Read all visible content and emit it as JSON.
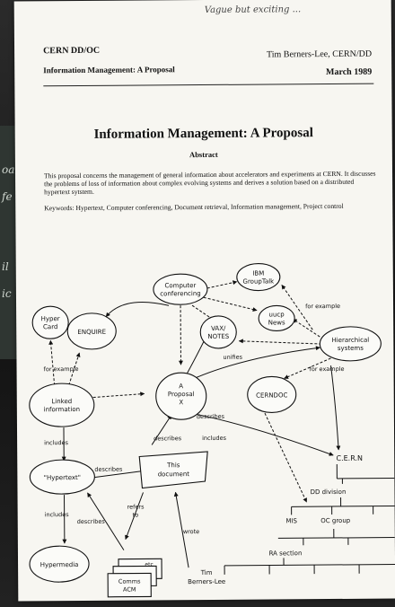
{
  "handwritten_note": "Vague but exciting ...",
  "header": {
    "left_code": "CERN DD/OC",
    "left_subtitle": "Information Management: A Proposal",
    "author": "Tim Berners-Lee, CERN/DD",
    "date": "March 1989"
  },
  "title": "Information Management: A Proposal",
  "abstract_heading": "Abstract",
  "abstract_text": "This proposal concerns the management of general information about accelerators and experiments at CERN. It discusses the problems of loss of information about complex evolving systems and derives a solution based on a distributed hypertext sytstem.",
  "keywords": "Keywords: Hypertext, Computer conferencing, Document retrieval, Information management, Project control",
  "background_board": [
    "oa",
    "fe",
    "il",
    "ic"
  ],
  "diagram": {
    "nodes": {
      "computer_conferencing": [
        "Computer",
        "conferencing"
      ],
      "ibm_grouptalk": [
        "IBM",
        "GroupTalk"
      ],
      "hyper_card": [
        "Hyper",
        "Card"
      ],
      "enquire": "ENQUIRE",
      "vax_notes": [
        "VAX/",
        "NOTES"
      ],
      "uucp_news": [
        "uucp",
        "News"
      ],
      "hierarchical_systems": [
        "Hierarchical",
        "systems"
      ],
      "linked_information": [
        "Linked",
        "information"
      ],
      "proposal": [
        "A",
        "Proposal",
        "X"
      ],
      "cerndoc": "CERNDOC",
      "hypertext": "\"Hypertext\"",
      "this_document": [
        "This",
        "document"
      ],
      "hypermedia": "Hypermedia",
      "cern": "C.E.R.N",
      "dd_division": "DD division",
      "mis": "MIS",
      "oc_group": "OC group",
      "ra_section": "RA section",
      "tim": [
        "Tim",
        "Berners-Lee"
      ],
      "stack_top": "etc",
      "stack_bottom": [
        "Comms",
        "ACM"
      ]
    },
    "edge_labels": {
      "for_example_1": "for example",
      "for_example_2": "for example",
      "for_example_3": "for example",
      "unifies": "unifies",
      "describes_1": "describes",
      "describes_2": "describes",
      "describes_3": "describes",
      "describes_4": "describes",
      "includes_1": "includes",
      "includes_2": "includes",
      "includes_3": "includes",
      "refers_to": [
        "refers",
        "to"
      ],
      "wrote": "wrote"
    }
  }
}
